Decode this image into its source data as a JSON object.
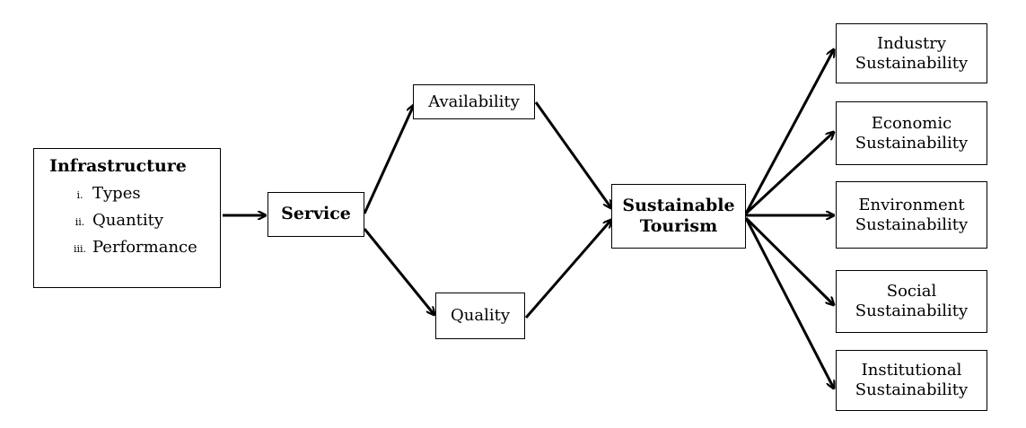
{
  "infrastructure": {
    "title": "Infrastructure",
    "items": [
      {
        "numeral": "i.",
        "label": "Types"
      },
      {
        "numeral": "ii.",
        "label": "Quantity"
      },
      {
        "numeral": "iii.",
        "label": "Performance"
      }
    ]
  },
  "service": {
    "label": "Service"
  },
  "availability": {
    "label": "Availability"
  },
  "quality": {
    "label": "Quality"
  },
  "sustainable_tourism": {
    "line1": "Sustainable",
    "line2": "Tourism"
  },
  "outcomes": [
    {
      "line1": "Industry",
      "line2": "Sustainability"
    },
    {
      "line1": "Economic",
      "line2": "Sustainability"
    },
    {
      "line1": "Environment",
      "line2": "Sustainability"
    },
    {
      "line1": "Social",
      "line2": "Sustainability"
    },
    {
      "line1": "Institutional",
      "line2": "Sustainability"
    }
  ],
  "colors": {
    "stroke": "#000000",
    "background": "#ffffff"
  }
}
